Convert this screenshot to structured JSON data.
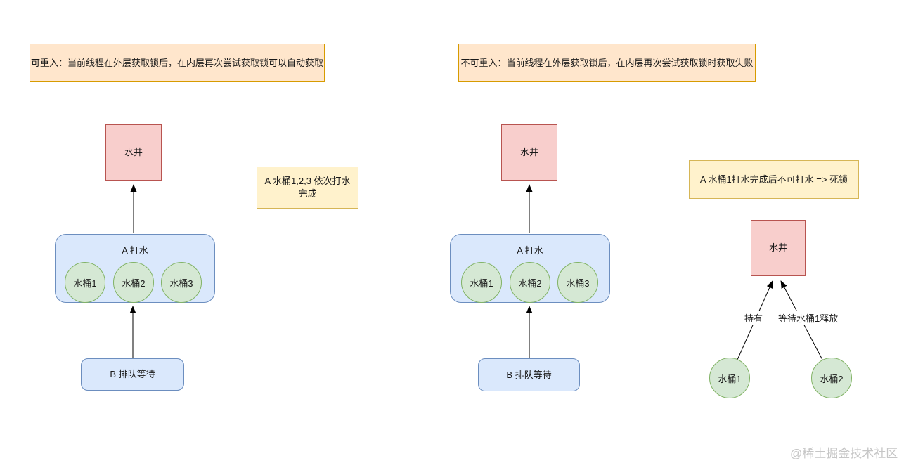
{
  "notes": {
    "reentrant": "可重入：当前线程在外层获取锁后，在内层再次尝试获取锁可以自动获取",
    "non_reentrant": "不可重入：当前线程在外层获取锁后，在内层再次尝试获取锁时获取失败",
    "sequence_note": "A 水桶1,2,3 依次打水完成",
    "deadlock_note": "A 水桶1打水完成后不可打水 => 死锁"
  },
  "reentrant_diagram": {
    "well_label": "水井",
    "thread_a_label": "A 打水",
    "buckets": [
      "水桶1",
      "水桶2",
      "水桶3"
    ],
    "thread_b_label": "B 排队等待"
  },
  "non_reentrant_diagram": {
    "well_label": "水井",
    "thread_a_label": "A 打水",
    "buckets": [
      "水桶1",
      "水桶2",
      "水桶3"
    ],
    "thread_b_label": "B 排队等待"
  },
  "deadlock_diagram": {
    "well_label": "水井",
    "edge_hold_label": "持有",
    "edge_wait_label": "等待水桶1释放",
    "bucket1_label": "水桶1",
    "bucket2_label": "水桶2"
  },
  "watermark": "@稀土掘金技术社区",
  "colors": {
    "note_orange_fill": "#ffe6cc",
    "note_orange_border": "#d79b00",
    "note_yellow_fill": "#fff2cc",
    "note_yellow_border": "#d6b656",
    "well_fill": "#f8cecc",
    "well_border": "#b85450",
    "thread_fill": "#dae8fc",
    "thread_border": "#6c8ebf",
    "bucket_fill": "#d5e8d4",
    "bucket_border": "#82b366",
    "arrow": "#000000",
    "watermark_text": "#c6c6c6"
  }
}
